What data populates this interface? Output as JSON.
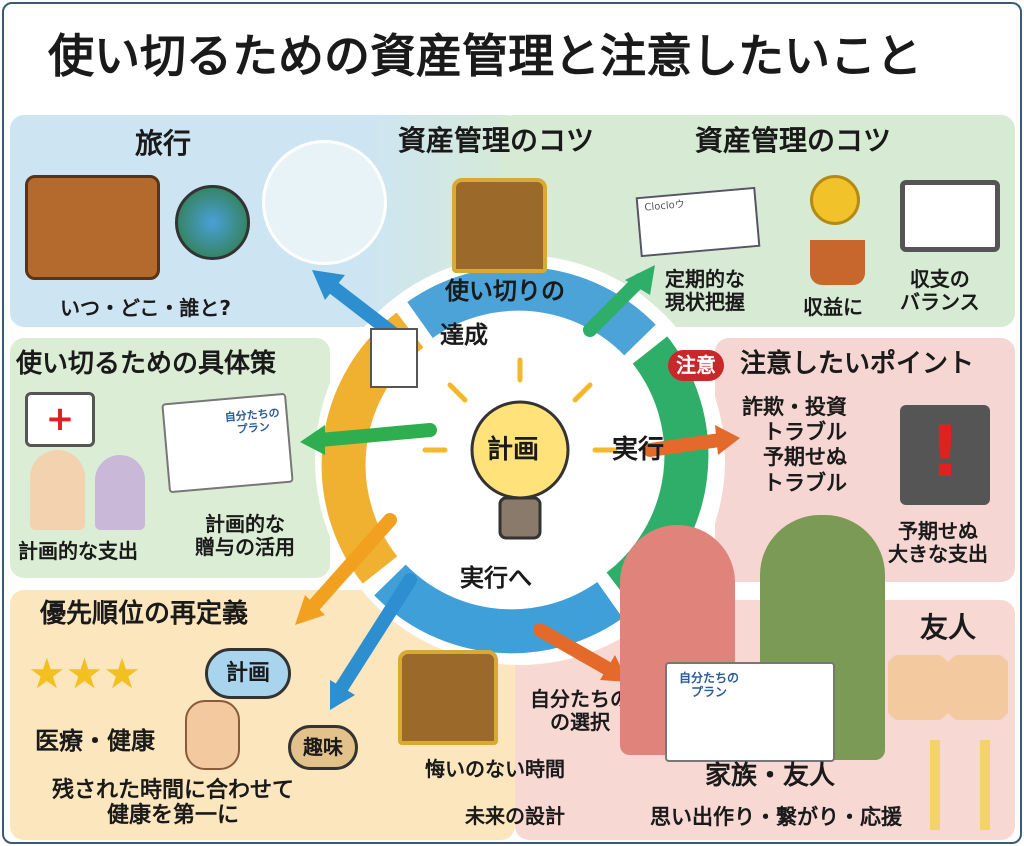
{
  "title": "使い切るための資産管理と注意したいこと",
  "top": {
    "travel": {
      "heading": "旅行",
      "caption": "いつ・どこ・誰と?"
    },
    "tips_center": {
      "heading": "資産管理のコツ"
    },
    "tips_right": {
      "heading": "資産管理のコツ",
      "items": [
        "定期的な\n現状把握",
        "収益に",
        "収支の\nバランス"
      ],
      "check_label": "Clocloウ"
    }
  },
  "center": {
    "goal_line1": "使い切りの",
    "goal_line2": "達成",
    "plan": "計画",
    "execute": "実行",
    "to_execute": "実行へ"
  },
  "measures": {
    "heading": "使い切るための具体策",
    "items": [
      "計画的な支出",
      "計画的な\n贈与の活用"
    ],
    "book_label": "自分たちの\nプラン"
  },
  "caution": {
    "badge": "注意",
    "heading": "注意したいポイント",
    "list": "詐欺・投資\nトラブル\n予期せぬ\nトラブル",
    "caption": "予期せぬ\n大きな支出"
  },
  "priority": {
    "heading": "優先順位の再定義",
    "bubble_plan": "計画",
    "bubble_hobby": "趣味",
    "health": "医療・健康",
    "note": "残された時間に合わせて\n健康を第一に"
  },
  "middle_bottom": {
    "no_regret": "悔いのない時間",
    "future": "未来の設計",
    "choice": "自分たちの\nの選択"
  },
  "family": {
    "friends": "友人",
    "heading": "家族・友人",
    "caption": "思い出作り・繋がり・応援",
    "book_label": "自分たちの\nプラン"
  },
  "colors": {
    "blue_panel": "#cfe6f2",
    "green_panel": "#d7ebd4",
    "pink_panel": "#f6d6d2",
    "yellow_panel": "#fbe8c0",
    "caution_red": "#c8282a"
  }
}
